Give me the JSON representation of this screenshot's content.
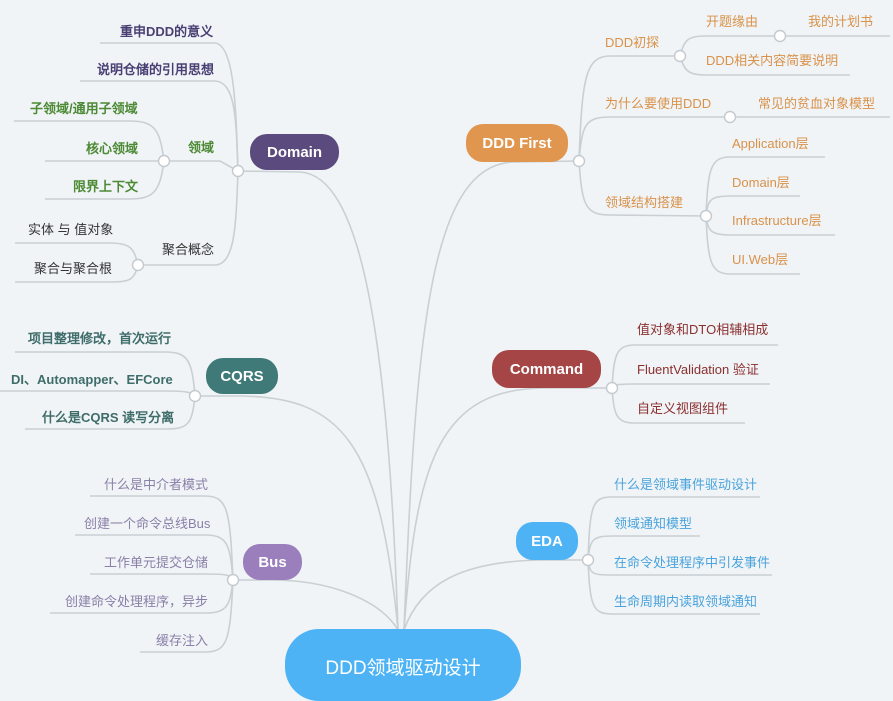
{
  "center": {
    "label": "DDD领域驱动设计",
    "color": "#4db3f5"
  },
  "branches": {
    "domain": {
      "label": "Domain",
      "color": "#5a4a7e",
      "items": {
        "significance": "重申DDD的意义",
        "repository": "说明仓储的引用思想",
        "domains": {
          "label": "领域",
          "children": [
            "子领域/通用子领域",
            "核心领域",
            "限界上下文"
          ]
        },
        "aggregate": {
          "label": "聚合概念",
          "children": [
            "实体 与 值对象",
            "聚合与聚合根"
          ]
        }
      }
    },
    "cqrs": {
      "label": "CQRS",
      "color": "#3f7a78",
      "items": [
        "项目整理修改，首次运行",
        "DI、Automapper、EFCore",
        "什么是CQRS 读写分离"
      ]
    },
    "bus": {
      "label": "Bus",
      "color": "#9b7fbd",
      "items": [
        "什么是中介者模式",
        "创建一个命令总线Bus",
        "工作单元提交仓储",
        "创建命令处理程序，异步",
        "缓存注入"
      ]
    },
    "first": {
      "label": "DDD First",
      "color": "#e0964f",
      "items": {
        "intro": {
          "label": "DDD初探",
          "children": {
            "origin": {
              "label": "开题缘由",
              "children": [
                "我的计划书"
              ]
            },
            "summary": "DDD相关内容简要说明"
          }
        },
        "why": {
          "label": "为什么要使用DDD",
          "children": [
            "常见的贫血对象模型"
          ]
        },
        "structure": {
          "label": "领域结构搭建",
          "children": [
            "Application层",
            "Domain层",
            "Infrastructure层",
            "UI.Web层"
          ]
        }
      }
    },
    "command": {
      "label": "Command",
      "color": "#a54545",
      "items": [
        "值对象和DTO相辅相成",
        "FluentValidation 验证",
        "自定义视图组件"
      ]
    },
    "eda": {
      "label": "EDA",
      "color": "#4db3f5",
      "items": [
        "什么是领域事件驱动设计",
        "领域通知模型",
        "在命令处理程序中引发事件",
        "生命周期内读取领域通知"
      ]
    }
  },
  "line_color": "#c9cfd3"
}
